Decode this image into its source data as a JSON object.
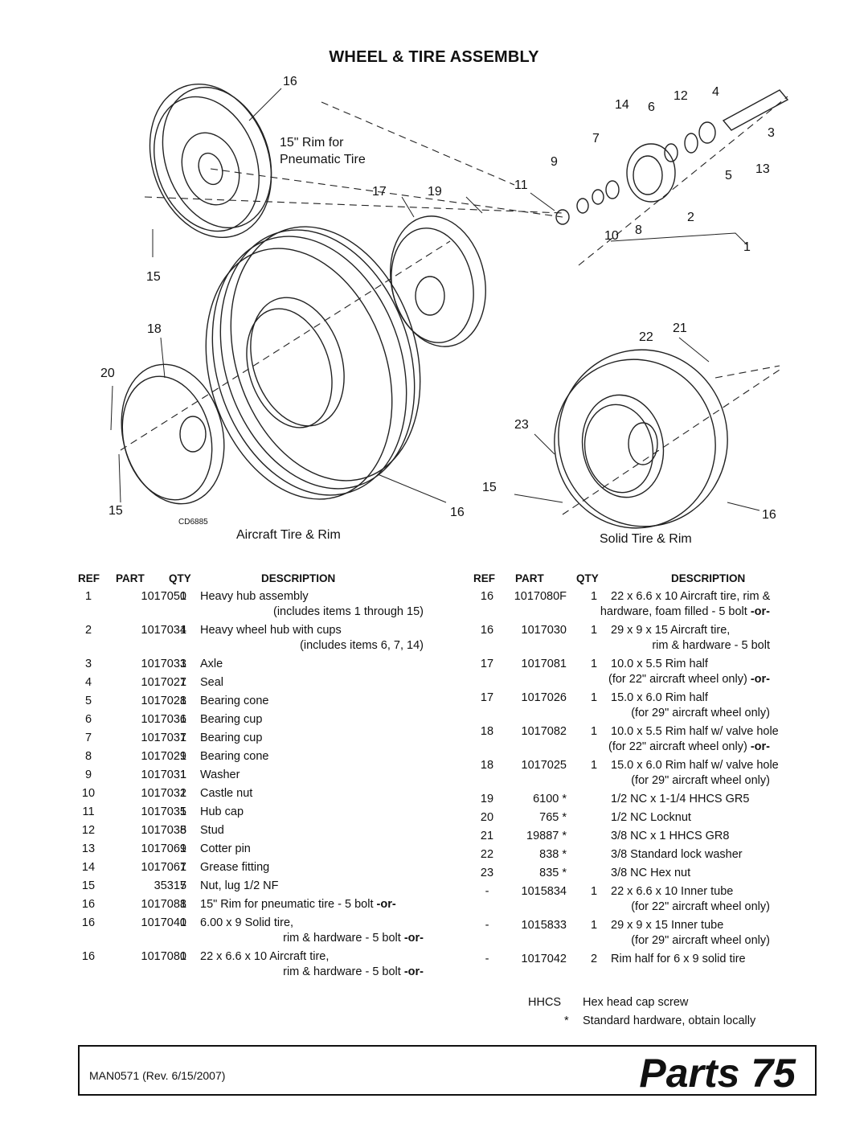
{
  "title": "WHEEL & TIRE ASSEMBLY",
  "diagram": {
    "callouts": [
      "16",
      "14",
      "6",
      "12",
      "4",
      "3",
      "7",
      "9",
      "5",
      "13",
      "11",
      "17",
      "19",
      "10",
      "8",
      "2",
      "1",
      "15",
      "18",
      "21",
      "22",
      "20",
      "23",
      "15",
      "16",
      "15",
      "16"
    ],
    "rim_label_line1": "15\" Rim for",
    "rim_label_line2": "Pneumatic Tire",
    "drawing_id": "CD6885",
    "caption_left": "Aircraft Tire & Rim",
    "caption_right": "Solid Tire & Rim"
  },
  "headers": {
    "ref": "REF",
    "part": "PART",
    "qty": "QTY",
    "description": "DESCRIPTION"
  },
  "left_rows": [
    {
      "ref": "1",
      "part": "1017050",
      "qty": "1",
      "desc": "Heavy hub assembly",
      "desc2": "(includes items 1 through 15)"
    },
    {
      "ref": "2",
      "part": "1017034",
      "qty": "1",
      "desc": "Heavy wheel hub with cups",
      "desc2": "(includes items 6, 7, 14)"
    },
    {
      "ref": "3",
      "part": "1017033",
      "qty": "1",
      "desc": "Axle",
      "desc2": ""
    },
    {
      "ref": "4",
      "part": "1017027",
      "qty": "1",
      "desc": "Seal",
      "desc2": ""
    },
    {
      "ref": "5",
      "part": "1017028",
      "qty": "1",
      "desc": "Bearing cone",
      "desc2": ""
    },
    {
      "ref": "6",
      "part": "1017036",
      "qty": "1",
      "desc": "Bearing cup",
      "desc2": ""
    },
    {
      "ref": "7",
      "part": "1017037",
      "qty": "1",
      "desc": "Bearing cup",
      "desc2": ""
    },
    {
      "ref": "8",
      "part": "1017029",
      "qty": "1",
      "desc": "Bearing cone",
      "desc2": ""
    },
    {
      "ref": "9",
      "part": "1017031",
      "qty": "1",
      "desc": "Washer",
      "desc2": ""
    },
    {
      "ref": "10",
      "part": "1017032",
      "qty": "1",
      "desc": "Castle nut",
      "desc2": ""
    },
    {
      "ref": "11",
      "part": "1017035",
      "qty": "1",
      "desc": "Hub cap",
      "desc2": ""
    },
    {
      "ref": "12",
      "part": "1017038",
      "qty": "5",
      "desc": "Stud",
      "desc2": ""
    },
    {
      "ref": "13",
      "part": "1017069",
      "qty": "1",
      "desc": "Cotter pin",
      "desc2": ""
    },
    {
      "ref": "14",
      "part": "1017067",
      "qty": "1",
      "desc": "Grease fitting",
      "desc2": ""
    },
    {
      "ref": "15",
      "part": "35317",
      "qty": "5",
      "desc": "Nut, lug 1/2 NF",
      "desc2": ""
    },
    {
      "ref": "16",
      "part": "1017088",
      "qty": "1",
      "desc": "15\" Rim for pneumatic tire - 5 bolt",
      "or": "-or-",
      "desc2": ""
    },
    {
      "ref": "16",
      "part": "1017040",
      "qty": "1",
      "desc": "6.00 x 9 Solid tire,",
      "desc2": "rim & hardware - 5 bolt",
      "or2": "-or-"
    },
    {
      "ref": "16",
      "part": "1017080",
      "qty": "1",
      "desc": "22 x 6.6 x 10 Aircraft tire,",
      "desc2": "rim & hardware - 5 bolt",
      "or2": "-or-"
    }
  ],
  "right_rows": [
    {
      "ref": "16",
      "part": "1017080F",
      "qty": "1",
      "desc": "22 x 6.6 x 10 Aircraft tire, rim &",
      "desc2": "hardware, foam filled - 5 bolt",
      "or2": "-or-"
    },
    {
      "ref": "16",
      "part": "1017030",
      "qty": "1",
      "desc": "29 x 9 x 15 Aircraft tire,",
      "desc2": "rim & hardware - 5 bolt"
    },
    {
      "ref": "17",
      "part": "1017081",
      "qty": "1",
      "desc": "10.0 x 5.5 Rim half",
      "desc2": "(for 22\" aircraft wheel only)",
      "or2": "-or-"
    },
    {
      "ref": "17",
      "part": "1017026",
      "qty": "1",
      "desc": "15.0 x 6.0 Rim half",
      "desc2": "(for 29\" aircraft wheel only)"
    },
    {
      "ref": "18",
      "part": "1017082",
      "qty": "1",
      "desc": "10.0 x 5.5 Rim half w/ valve hole",
      "desc2": "(for 22\" aircraft wheel only)",
      "or2": "-or-"
    },
    {
      "ref": "18",
      "part": "1017025",
      "qty": "1",
      "desc": "15.0 x 6.0 Rim half w/ valve hole",
      "desc2": "(for 29\" aircraft wheel only)"
    },
    {
      "ref": "19",
      "part": "6100 *",
      "qty": "",
      "desc": "1/2 NC x 1-1/4 HHCS GR5",
      "desc2": ""
    },
    {
      "ref": "20",
      "part": "765 *",
      "qty": "",
      "desc": "1/2 NC Locknut",
      "desc2": ""
    },
    {
      "ref": "21",
      "part": "19887 *",
      "qty": "",
      "desc": "3/8 NC x 1 HHCS GR8",
      "desc2": ""
    },
    {
      "ref": "22",
      "part": "838 *",
      "qty": "",
      "desc": "3/8 Standard lock washer",
      "desc2": ""
    },
    {
      "ref": "23",
      "part": "835 *",
      "qty": "",
      "desc": "3/8 NC Hex nut",
      "desc2": ""
    },
    {
      "ref": "-",
      "part": "1015834",
      "qty": "1",
      "desc": "22 x 6.6 x 10 Inner tube",
      "desc2": "(for 22\" aircraft wheel only)"
    },
    {
      "ref": "-",
      "part": "1015833",
      "qty": "1",
      "desc": "29 x 9 x 15 Inner tube",
      "desc2": "(for 29\" aircraft wheel only)"
    },
    {
      "ref": "-",
      "part": "1017042",
      "qty": "2",
      "desc": "Rim half for 6 x 9 solid tire",
      "desc2": ""
    }
  ],
  "legend": [
    {
      "key": "HHCS",
      "text": "Hex head cap screw"
    },
    {
      "key": "*",
      "text": "Standard hardware, obtain locally"
    }
  ],
  "footer": {
    "rev": "MAN0571 (Rev. 6/15/2007)",
    "section": "Parts",
    "page": "75"
  }
}
